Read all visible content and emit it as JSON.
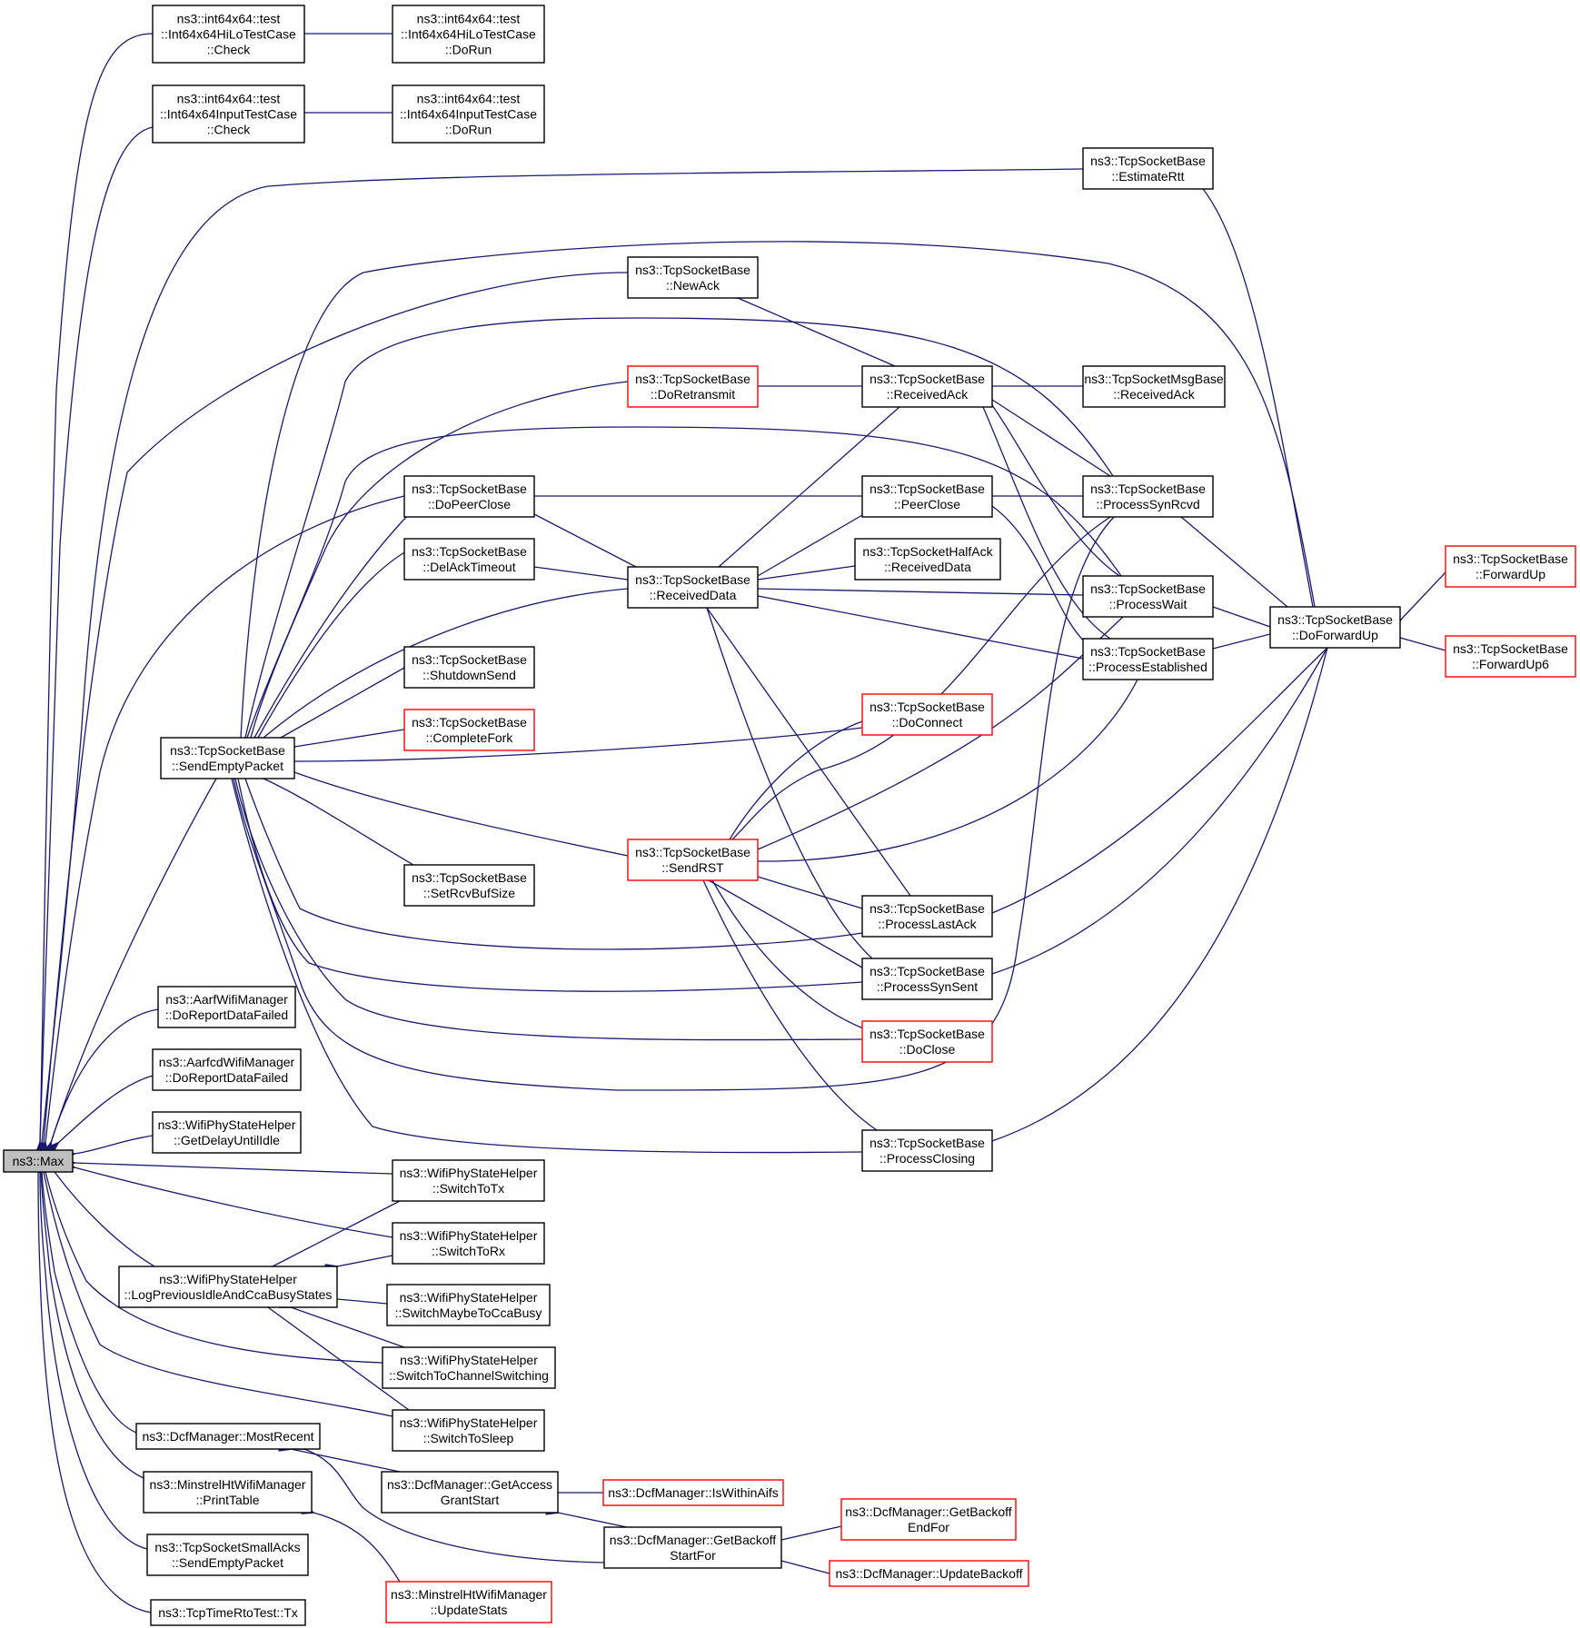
{
  "graph": {
    "colors": {
      "edge": "#191970",
      "node_border": "#000000",
      "node_border_truncated": "#ff0000",
      "root_fill": "#bfbfbf"
    },
    "nodes": [
      {
        "id": "max",
        "lines": [
          "ns3::Max"
        ],
        "root": true
      },
      {
        "id": "hilo_check",
        "lines": [
          "ns3::int64x64::test",
          "::Int64x64HiLoTestCase",
          "::Check"
        ]
      },
      {
        "id": "hilo_dorun",
        "lines": [
          "ns3::int64x64::test",
          "::Int64x64HiLoTestCase",
          "::DoRun"
        ]
      },
      {
        "id": "input_check",
        "lines": [
          "ns3::int64x64::test",
          "::Int64x64InputTestCase",
          "::Check"
        ]
      },
      {
        "id": "input_dorun",
        "lines": [
          "ns3::int64x64::test",
          "::Int64x64InputTestCase",
          "::DoRun"
        ]
      },
      {
        "id": "estimate_rtt",
        "lines": [
          "ns3::TcpSocketBase",
          "::EstimateRtt"
        ]
      },
      {
        "id": "new_ack",
        "lines": [
          "ns3::TcpSocketBase",
          "::NewAck"
        ]
      },
      {
        "id": "do_retransmit",
        "lines": [
          "ns3::TcpSocketBase",
          "::DoRetransmit"
        ],
        "red": true
      },
      {
        "id": "received_ack",
        "lines": [
          "ns3::TcpSocketBase",
          "::ReceivedAck"
        ]
      },
      {
        "id": "msg_received_ack",
        "lines": [
          "ns3::TcpSocketMsgBase",
          "::ReceivedAck"
        ]
      },
      {
        "id": "do_peer_close",
        "lines": [
          "ns3::TcpSocketBase",
          "::DoPeerClose"
        ]
      },
      {
        "id": "peer_close",
        "lines": [
          "ns3::TcpSocketBase",
          "::PeerClose"
        ]
      },
      {
        "id": "process_syn_rcvd",
        "lines": [
          "ns3::TcpSocketBase",
          "::ProcessSynRcvd"
        ]
      },
      {
        "id": "del_ack_timeout",
        "lines": [
          "ns3::TcpSocketBase",
          "::DelAckTimeout"
        ]
      },
      {
        "id": "received_data",
        "lines": [
          "ns3::TcpSocketBase",
          "::ReceivedData"
        ]
      },
      {
        "id": "half_ack_received_data",
        "lines": [
          "ns3::TcpSocketHalfAck",
          "::ReceivedData"
        ]
      },
      {
        "id": "process_wait",
        "lines": [
          "ns3::TcpSocketBase",
          "::ProcessWait"
        ]
      },
      {
        "id": "do_forward_up",
        "lines": [
          "ns3::TcpSocketBase",
          "::DoForwardUp"
        ]
      },
      {
        "id": "forward_up",
        "lines": [
          "ns3::TcpSocketBase",
          "::ForwardUp"
        ],
        "red": true
      },
      {
        "id": "forward_up6",
        "lines": [
          "ns3::TcpSocketBase",
          "::ForwardUp6"
        ],
        "red": true
      },
      {
        "id": "process_established",
        "lines": [
          "ns3::TcpSocketBase",
          "::ProcessEstablished"
        ]
      },
      {
        "id": "shutdown_send",
        "lines": [
          "ns3::TcpSocketBase",
          "::ShutdownSend"
        ]
      },
      {
        "id": "complete_fork",
        "lines": [
          "ns3::TcpSocketBase",
          "::CompleteFork"
        ],
        "red": true
      },
      {
        "id": "do_connect",
        "lines": [
          "ns3::TcpSocketBase",
          "::DoConnect"
        ],
        "red": true
      },
      {
        "id": "send_empty_packet",
        "lines": [
          "ns3::TcpSocketBase",
          "::SendEmptyPacket"
        ]
      },
      {
        "id": "send_rst",
        "lines": [
          "ns3::TcpSocketBase",
          "::SendRST"
        ],
        "red": true
      },
      {
        "id": "set_rcv_buf_size",
        "lines": [
          "ns3::TcpSocketBase",
          "::SetRcvBufSize"
        ]
      },
      {
        "id": "process_last_ack",
        "lines": [
          "ns3::TcpSocketBase",
          "::ProcessLastAck"
        ]
      },
      {
        "id": "process_syn_sent",
        "lines": [
          "ns3::TcpSocketBase",
          "::ProcessSynSent"
        ]
      },
      {
        "id": "do_close",
        "lines": [
          "ns3::TcpSocketBase",
          "::DoClose"
        ],
        "red": true
      },
      {
        "id": "process_closing",
        "lines": [
          "ns3::TcpSocketBase",
          "::ProcessClosing"
        ]
      },
      {
        "id": "aarf_report",
        "lines": [
          "ns3::AarfWifiManager",
          "::DoReportDataFailed"
        ]
      },
      {
        "id": "aarfcd_report",
        "lines": [
          "ns3::AarfcdWifiManager",
          "::DoReportDataFailed"
        ]
      },
      {
        "id": "get_delay_until_idle",
        "lines": [
          "ns3::WifiPhyStateHelper",
          "::GetDelayUntilIdle"
        ]
      },
      {
        "id": "switch_to_tx",
        "lines": [
          "ns3::WifiPhyStateHelper",
          "::SwitchToTx"
        ]
      },
      {
        "id": "switch_to_rx",
        "lines": [
          "ns3::WifiPhyStateHelper",
          "::SwitchToRx"
        ]
      },
      {
        "id": "log_previous",
        "lines": [
          "ns3::WifiPhyStateHelper",
          "::LogPreviousIdleAndCcaBusyStates"
        ]
      },
      {
        "id": "switch_maybe_cca",
        "lines": [
          "ns3::WifiPhyStateHelper",
          "::SwitchMaybeToCcaBusy"
        ]
      },
      {
        "id": "switch_channel",
        "lines": [
          "ns3::WifiPhyStateHelper",
          "::SwitchToChannelSwitching"
        ]
      },
      {
        "id": "switch_sleep",
        "lines": [
          "ns3::WifiPhyStateHelper",
          "::SwitchToSleep"
        ]
      },
      {
        "id": "most_recent",
        "lines": [
          "ns3::DcfManager::MostRecent"
        ]
      },
      {
        "id": "get_access_grant",
        "lines": [
          "ns3::DcfManager::GetAccess",
          "GrantStart"
        ]
      },
      {
        "id": "is_within_aifs",
        "lines": [
          "ns3::DcfManager::IsWithinAifs"
        ],
        "red": true
      },
      {
        "id": "print_table",
        "lines": [
          "ns3::MinstrelHtWifiManager",
          "::PrintTable"
        ]
      },
      {
        "id": "get_backoff_start",
        "lines": [
          "ns3::DcfManager::GetBackoff",
          "StartFor"
        ]
      },
      {
        "id": "get_backoff_end",
        "lines": [
          "ns3::DcfManager::GetBackoff",
          "EndFor"
        ],
        "red": true
      },
      {
        "id": "update_backoff",
        "lines": [
          "ns3::DcfManager::UpdateBackoff"
        ],
        "red": true
      },
      {
        "id": "small_acks_send",
        "lines": [
          "ns3::TcpSocketSmallAcks",
          "::SendEmptyPacket"
        ]
      },
      {
        "id": "update_stats",
        "lines": [
          "ns3::MinstrelHtWifiManager",
          "::UpdateStats"
        ],
        "red": true
      },
      {
        "id": "rto_tx",
        "lines": [
          "ns3::TcpTimeRtoTest::Tx"
        ]
      }
    ]
  }
}
